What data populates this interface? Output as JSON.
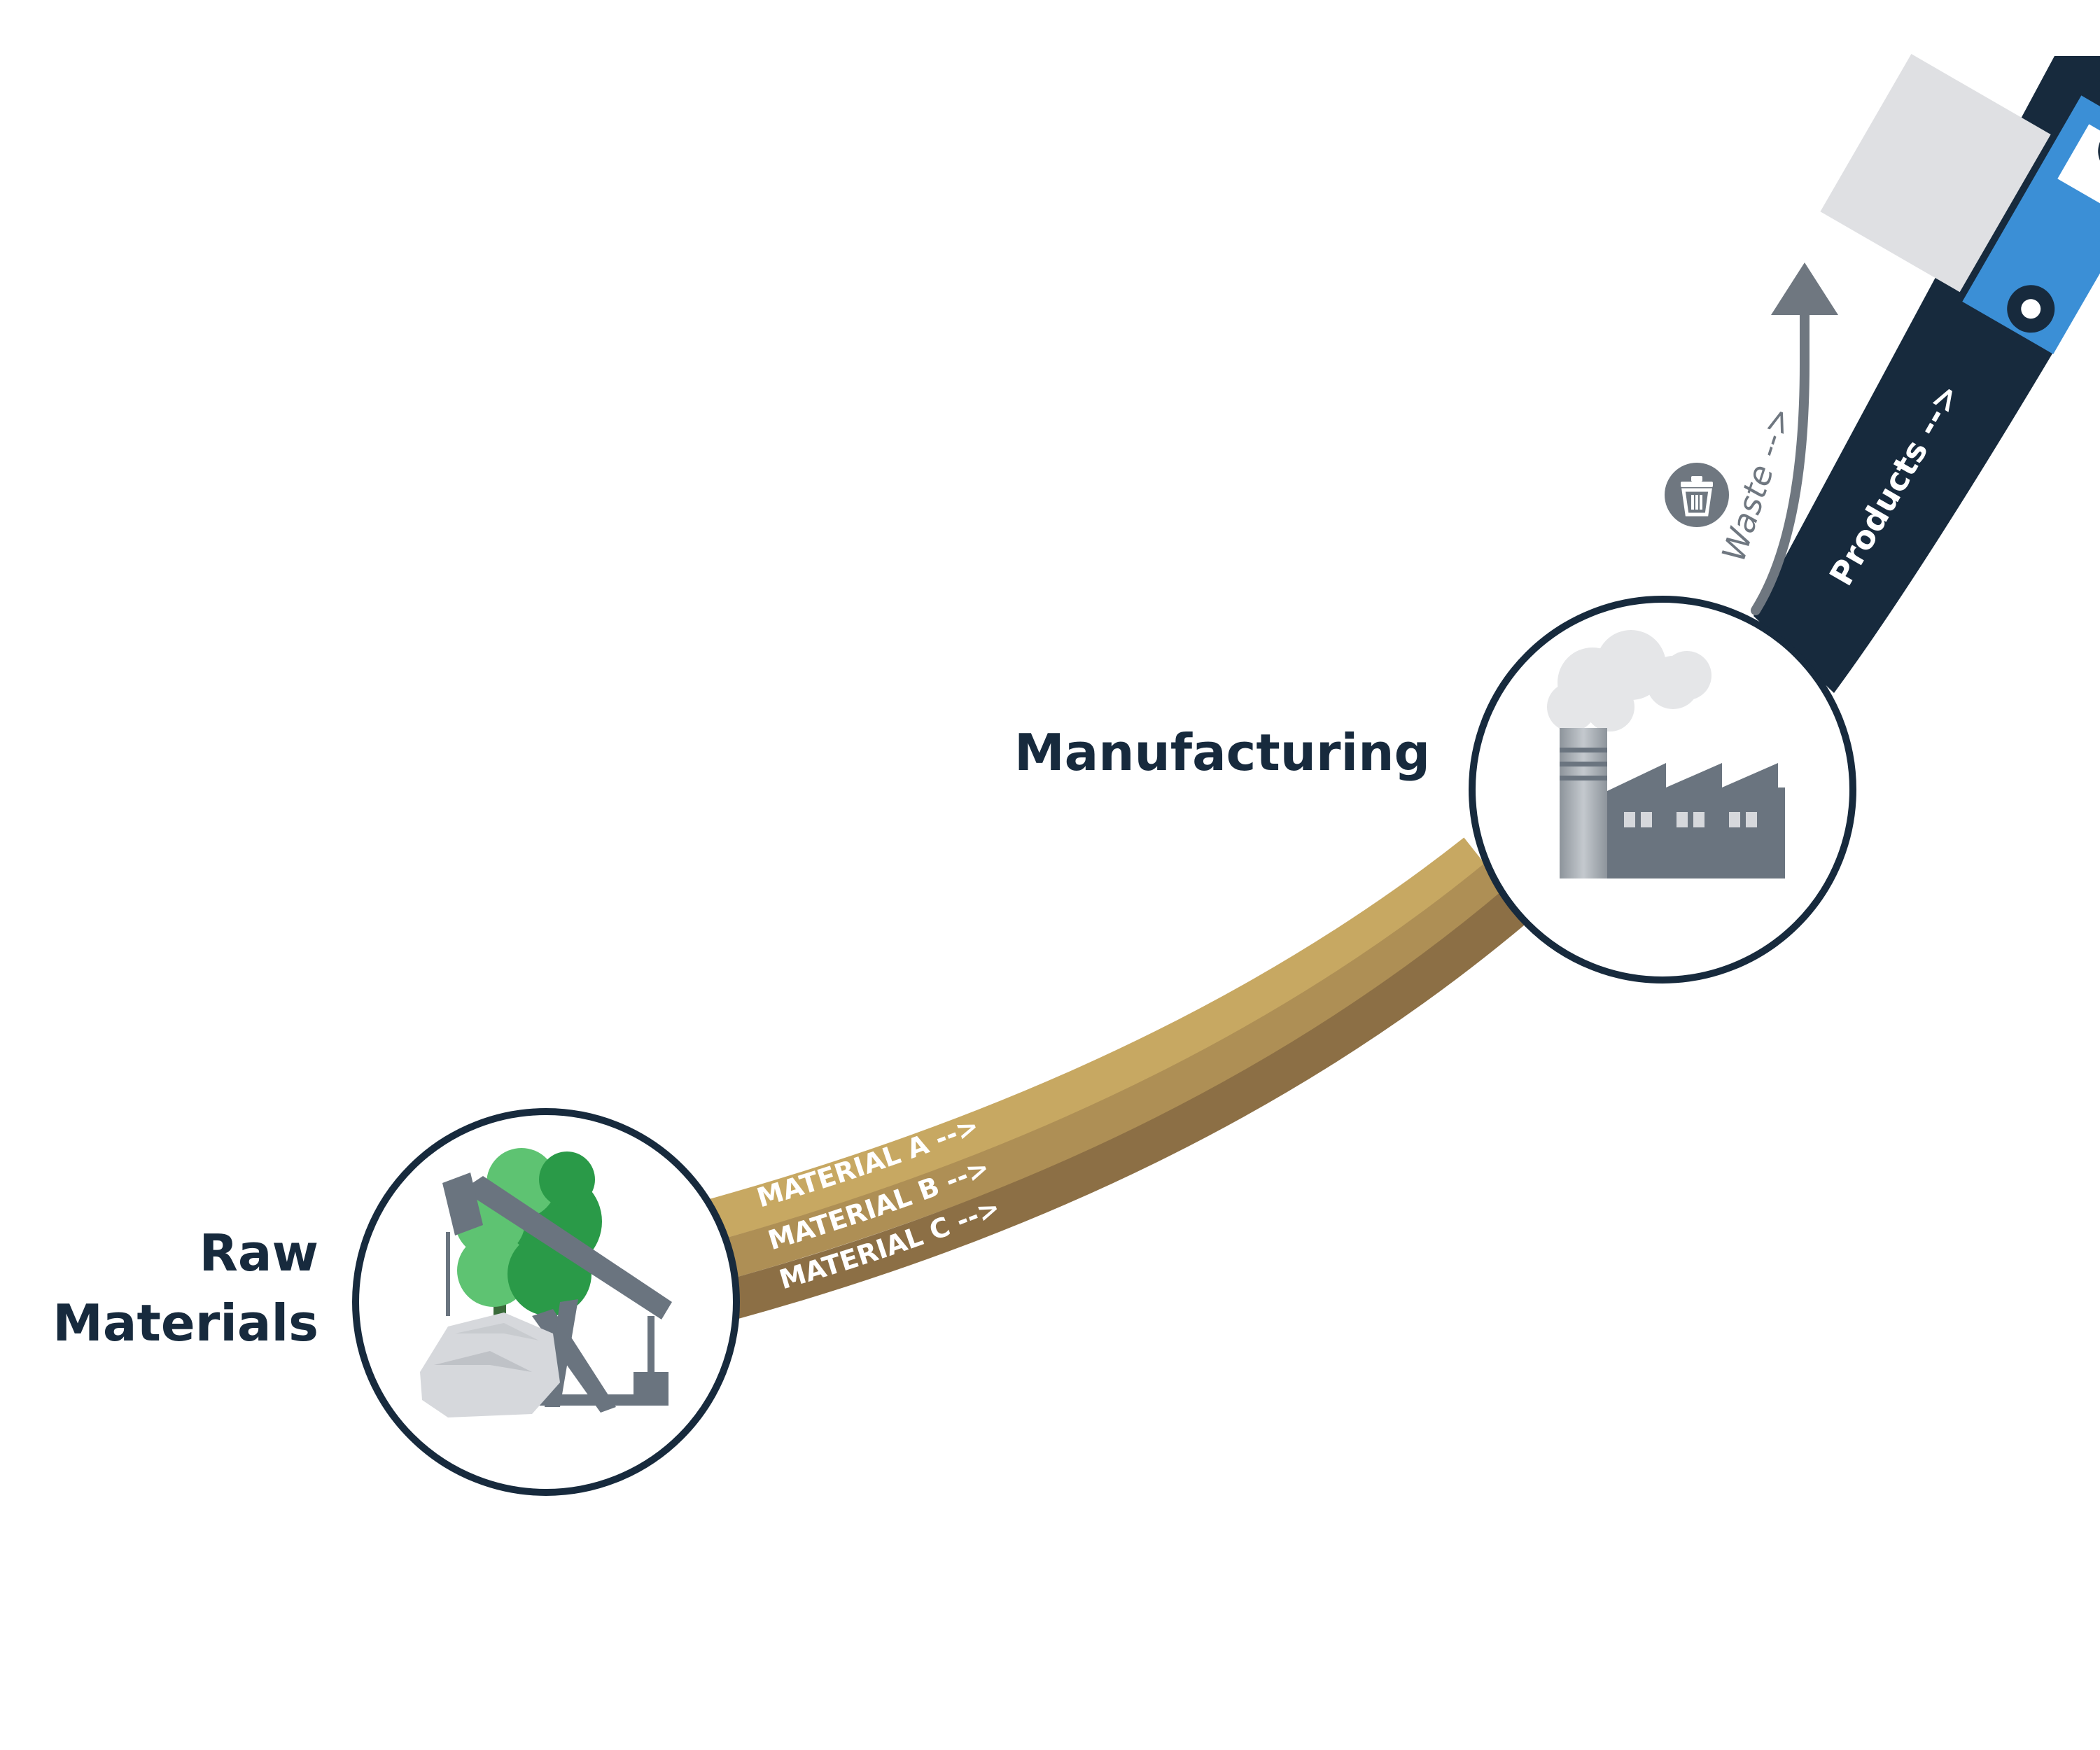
{
  "stages": {
    "raw_materials": {
      "line1": "Raw",
      "line2": "Materials"
    },
    "manufacturing": {
      "label": "Manufacturing"
    }
  },
  "materials": [
    {
      "label": "MATERIAL A -->",
      "color": "#c7a862"
    },
    {
      "label": "MATERIAL B -->",
      "color": "#ae8f55"
    },
    {
      "label": "MATERIAL C -->",
      "color": "#8c6f45"
    }
  ],
  "outputs": {
    "waste": {
      "label": "Waste -->",
      "color": "#6f7780",
      "icon": "trash-can-icon"
    },
    "products": {
      "label": "Products -->",
      "color": "#172a3d",
      "icon": "delivery-truck-icon"
    }
  },
  "icons": {
    "raw_materials": [
      "tree-icon",
      "oil-pump-icon",
      "rock-icon"
    ],
    "manufacturing": [
      "factory-icon",
      "smoke-icon"
    ]
  },
  "colors": {
    "outline": "#172a3d",
    "truck_blue": "#3b8fd6",
    "factory_gray": "#6a747f",
    "tree_green": "#2a9a48",
    "tree_light_green": "#5ec372"
  }
}
